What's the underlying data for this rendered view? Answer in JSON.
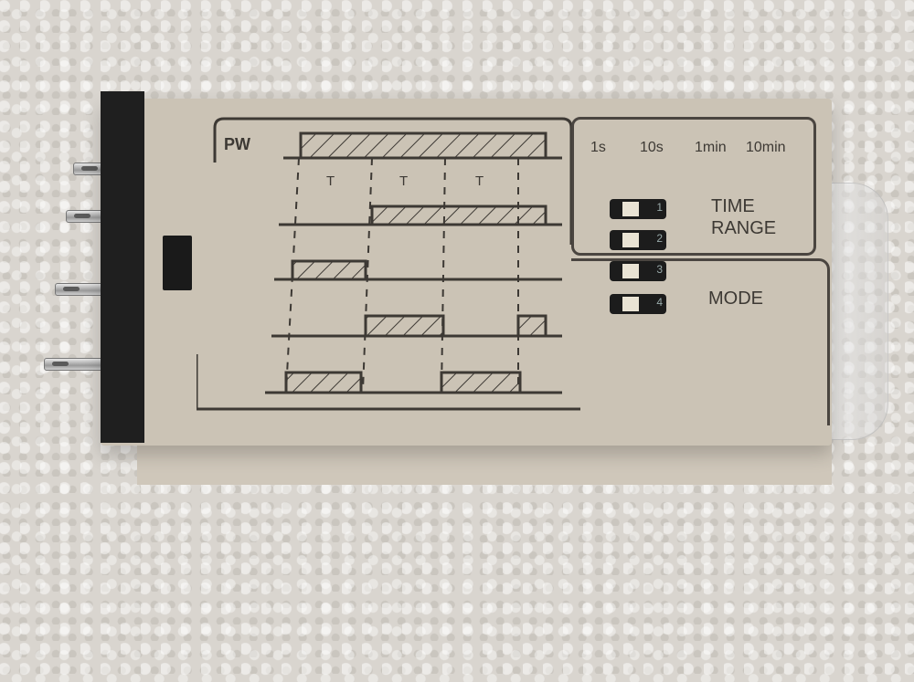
{
  "subject": "timer relay",
  "timing_chart": {
    "input_label": "PW",
    "interval_label": "T",
    "interval_count": 3
  },
  "time_range": {
    "title_line1": "TIME",
    "title_line2": "RANGE",
    "options": [
      "1s",
      "10s",
      "1min",
      "10min"
    ]
  },
  "mode": {
    "title": "MODE"
  },
  "dip_switches": [
    {
      "number": "1"
    },
    {
      "number": "2"
    },
    {
      "number": "3"
    },
    {
      "number": "4"
    }
  ],
  "colors": {
    "housing": "#cbc3b5",
    "print": "#3d3934",
    "base": "#1f1f1f",
    "background": "#d9d5cf"
  }
}
